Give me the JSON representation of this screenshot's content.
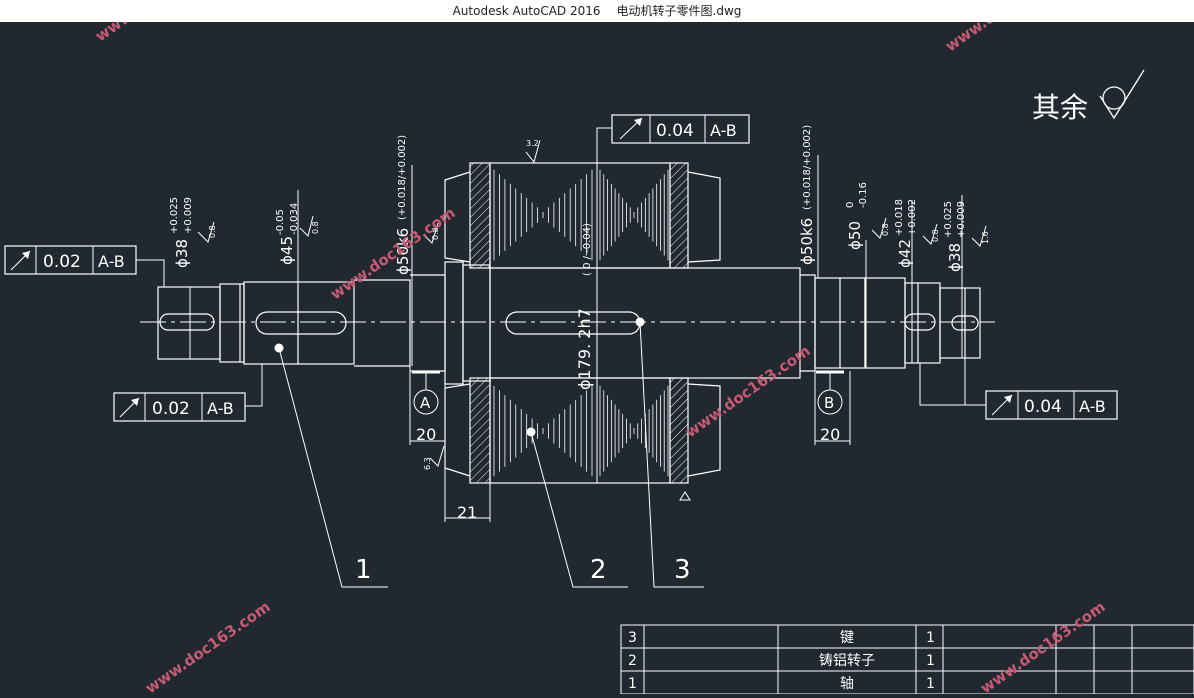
{
  "window": {
    "app_title": "Autodesk AutoCAD 2016",
    "file_name": "电动机转子零件图.dwg"
  },
  "drawing": {
    "surface_note": "其余",
    "tolerance_frames": [
      {
        "value": "0.02",
        "datum": "A-B"
      },
      {
        "value": "0.02",
        "datum": "A-B"
      },
      {
        "value": "0.04",
        "datum": "A-B"
      },
      {
        "value": "0.04",
        "datum": "A-B"
      }
    ],
    "diameters": {
      "d38_left": "ϕ38",
      "d38_left_tol_upper": "+0.025",
      "d38_left_tol_lower": "+0.009",
      "d45": "ϕ45",
      "d45_tol_upper": "-0.05",
      "d45_tol_lower": "-0.034",
      "d50k6_left": "ϕ50k6",
      "d50k6_left_tol": "(+0.018/+0.002)",
      "d179": "ϕ179. 2h7",
      "d179_tol": "( 0 / -0.04)",
      "d50k6_right": "ϕ50k6",
      "d50k6_right_tol": "(+0.018/+0.002)",
      "d50": "ϕ50",
      "d50_tol_upper": "0",
      "d50_tol_lower": "-0.16",
      "d42": "ϕ42",
      "d42_tol_upper": "+0.018",
      "d42_tol_lower": "+0.002",
      "d38_right": "ϕ38",
      "d38_right_tol_upper": "+0.025",
      "d38_right_tol_lower": "+0.009"
    },
    "roughness": {
      "r32": "3.2",
      "r08": "0.8",
      "r63": "6.3",
      "r16": "1.6"
    },
    "datums": {
      "a": "A",
      "b": "B"
    },
    "lengths": {
      "left20": "20",
      "left21": "21",
      "right20": "20"
    },
    "balloons": [
      "1",
      "2",
      "3"
    ],
    "bom": [
      {
        "no": "3",
        "name": "键",
        "qty": "1"
      },
      {
        "no": "2",
        "name": "铸铝转子",
        "qty": "1"
      },
      {
        "no": "1",
        "name": "轴",
        "qty": "1"
      }
    ],
    "watermark": "www.doc163.com"
  },
  "colors": {
    "background": "#212830",
    "lines": "#ffffff",
    "watermark": "#c75b73"
  }
}
